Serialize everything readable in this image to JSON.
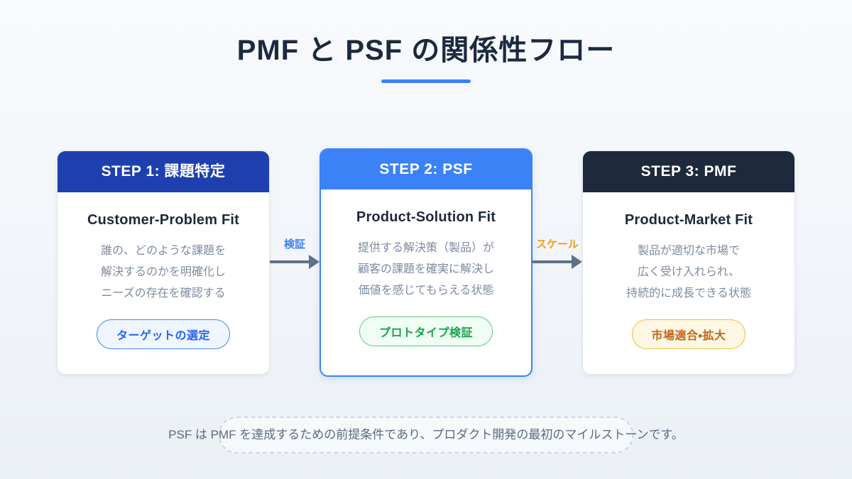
{
  "page": {
    "title": "PMF と PSF の関係性フロー",
    "accent_color": "#3b82f6",
    "background_top": "#f8fafc",
    "background_bottom": "#ebf0f6"
  },
  "cards": [
    {
      "step_label": "STEP 1: 課題特定",
      "header_color": "#1e40af",
      "title": "Customer-Problem Fit",
      "lines": [
        "誰の、どのような課題を",
        "解決するのかを明確化し",
        "ニーズの存在を確認する"
      ],
      "badge": "ターゲットの選定",
      "badge_text_color": "#2563eb",
      "badge_border_color": "#4285f4",
      "badge_bg_color": "#eff6ff"
    },
    {
      "step_label": "STEP 2: PSF",
      "header_color": "#3b82f6",
      "title": "Product-Solution Fit",
      "lines": [
        "提供する解決策（製品）が",
        "顧客の課題を確実に解決し",
        "価値を感じてもらえる状態"
      ],
      "badge": "プロトタイプ検証",
      "badge_text_color": "#17a34a",
      "badge_border_color": "#55cd7c",
      "badge_bg_color": "#f0fdf4"
    },
    {
      "step_label": "STEP 3: PMF",
      "header_color": "#1e293b",
      "title": "Product-Market Fit",
      "lines": [
        "製品が適切な市場で",
        "広く受け入れられ、",
        "持続的に成長できる状態"
      ],
      "badge": "市場適合・拡大",
      "badge_text_color": "#c2661b",
      "badge_border_color": "#eebc41",
      "badge_bg_color": "#fdf7e3"
    }
  ],
  "arrows": [
    {
      "label": "検証",
      "label_color": "#3b82f6",
      "arrow_color": "#5f7186"
    },
    {
      "label": "スケール",
      "label_color": "#f59e0b",
      "arrow_color": "#5f7186"
    }
  ],
  "footer": {
    "note": "PSF は PMF を達成するための前提条件であり、プロダクト開発の最初のマイルストーンです。"
  }
}
